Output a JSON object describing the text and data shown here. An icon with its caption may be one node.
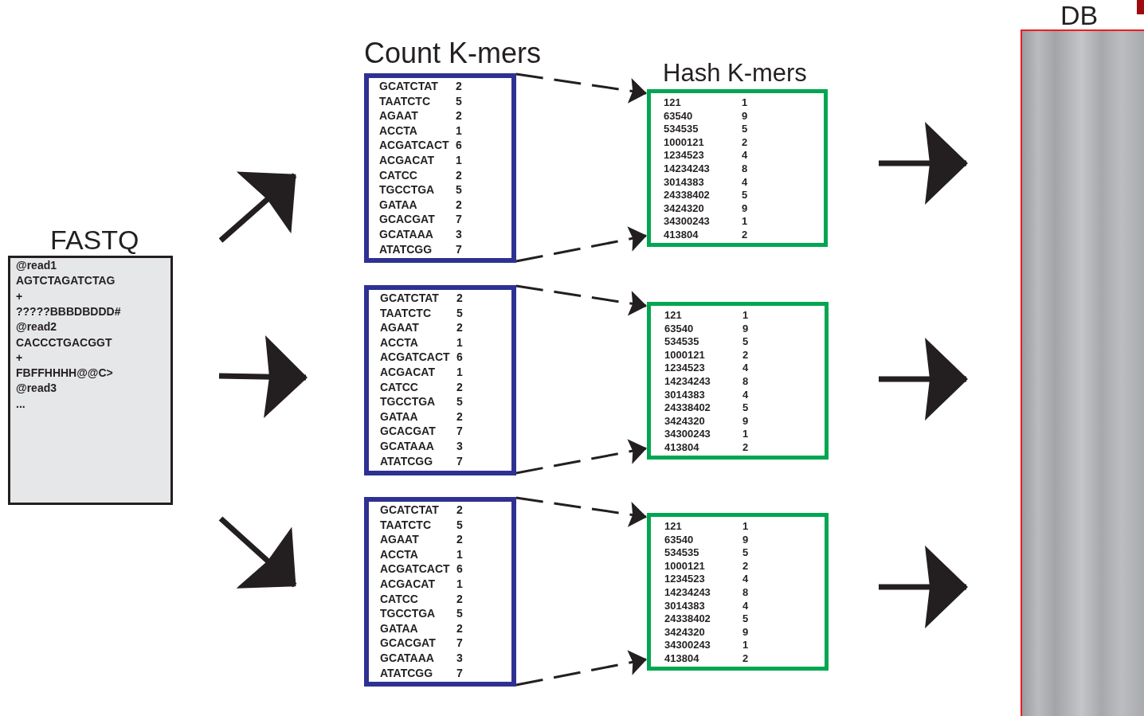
{
  "diagram": {
    "nodes": [
      {
        "text": [
          "FASTQ",
          "@read1",
          "AGTCTAGATCTAG",
          "+",
          "?????BBBDBDDD#",
          "@read2",
          "CACCCTGACGGT",
          "+",
          "FBFFHHHH@@C>",
          "@read3",
          "..."
        ]
      },
      {
        "text": [
          "Count K-mers",
          "GCATCTAT",
          "2",
          "TAATCTC",
          "5",
          "AGAAT",
          "2",
          "ACCTA",
          "1",
          "ACGATCACT",
          "6",
          "ACGACAT",
          "1",
          "CATCC",
          "2",
          "TGCCTGA",
          "5",
          "GATAA",
          "2",
          "GCACGAT",
          "7",
          "GCATAAA",
          "3",
          "ATATCGG",
          "7"
        ]
      },
      {
        "text": [
          "GCATCTAT",
          "2",
          "TAATCTC",
          "5",
          "AGAAT",
          "2",
          "ACCTA",
          "1",
          "ACGATCACT",
          "6",
          "ACGACAT",
          "1",
          "CATCC",
          "2",
          "TGCCTGA",
          "5",
          "GATAA",
          "2",
          "GCACGAT",
          "7",
          "GCATAAA",
          "3",
          "ATATCGG",
          "7"
        ]
      },
      {
        "text": [
          "GCATCTAT",
          "2",
          "TAATCTC",
          "5",
          "AGAAT",
          "2",
          "ACCTA",
          "1",
          "ACGATCACT",
          "6",
          "ACGACAT",
          "1",
          "CATCC",
          "2",
          "TGCCTGA",
          "5",
          "GATAA",
          "2",
          "GCACGAT",
          "7",
          "GCATAAA",
          "3",
          "ATATCGG",
          "7"
        ]
      },
      {
        "text": [
          "Hash K-mers",
          "121",
          "1",
          "63540",
          "9",
          "534535",
          "5",
          "1000121",
          "2",
          "1234523",
          "4",
          "14234243",
          "8",
          "3014383",
          "4",
          "24338402",
          "5",
          "3424320",
          "9",
          "34300243",
          "1",
          "413804",
          "2"
        ]
      },
      {
        "text": [
          "121",
          "1",
          "63540",
          "9",
          "534535",
          "5",
          "1000121",
          "2",
          "1234523",
          "4",
          "14234243",
          "8",
          "3014383",
          "4",
          "24338402",
          "5",
          "3424320",
          "9",
          "34300243",
          "1",
          "413804",
          "2"
        ]
      },
      {
        "text": [
          "121",
          "1",
          "63540",
          "9",
          "534535",
          "5",
          "1000121",
          "2",
          "1234523",
          "4",
          "14234243",
          "8",
          "3014383",
          "4",
          "24338402",
          "5",
          "3424320",
          "9",
          "34300243",
          "1",
          "413804",
          "2"
        ]
      },
      {
        "text": [
          "DB"
        ]
      }
    ],
    "edges": [
      {
        "from": 0,
        "to": 1,
        "arrow": "to",
        "style": "thick"
      },
      {
        "from": 0,
        "to": 2,
        "arrow": "to",
        "style": "thick"
      },
      {
        "from": 0,
        "to": 3,
        "arrow": "to",
        "style": "thick"
      },
      {
        "from": 1,
        "to": 4,
        "arrow": "to",
        "style": "dashed"
      },
      {
        "from": 1,
        "to": 4,
        "arrow": "to",
        "style": "dashed"
      },
      {
        "from": 2,
        "to": 5,
        "arrow": "to",
        "style": "dashed"
      },
      {
        "from": 2,
        "to": 5,
        "arrow": "to",
        "style": "dashed"
      },
      {
        "from": 3,
        "to": 6,
        "arrow": "to",
        "style": "dashed"
      },
      {
        "from": 3,
        "to": 6,
        "arrow": "to",
        "style": "dashed"
      },
      {
        "from": 4,
        "to": 7,
        "arrow": "to",
        "style": "thick"
      },
      {
        "from": 5,
        "to": 7,
        "arrow": "to",
        "style": "thick"
      },
      {
        "from": 6,
        "to": 7,
        "arrow": "to",
        "style": "thick"
      }
    ]
  }
}
